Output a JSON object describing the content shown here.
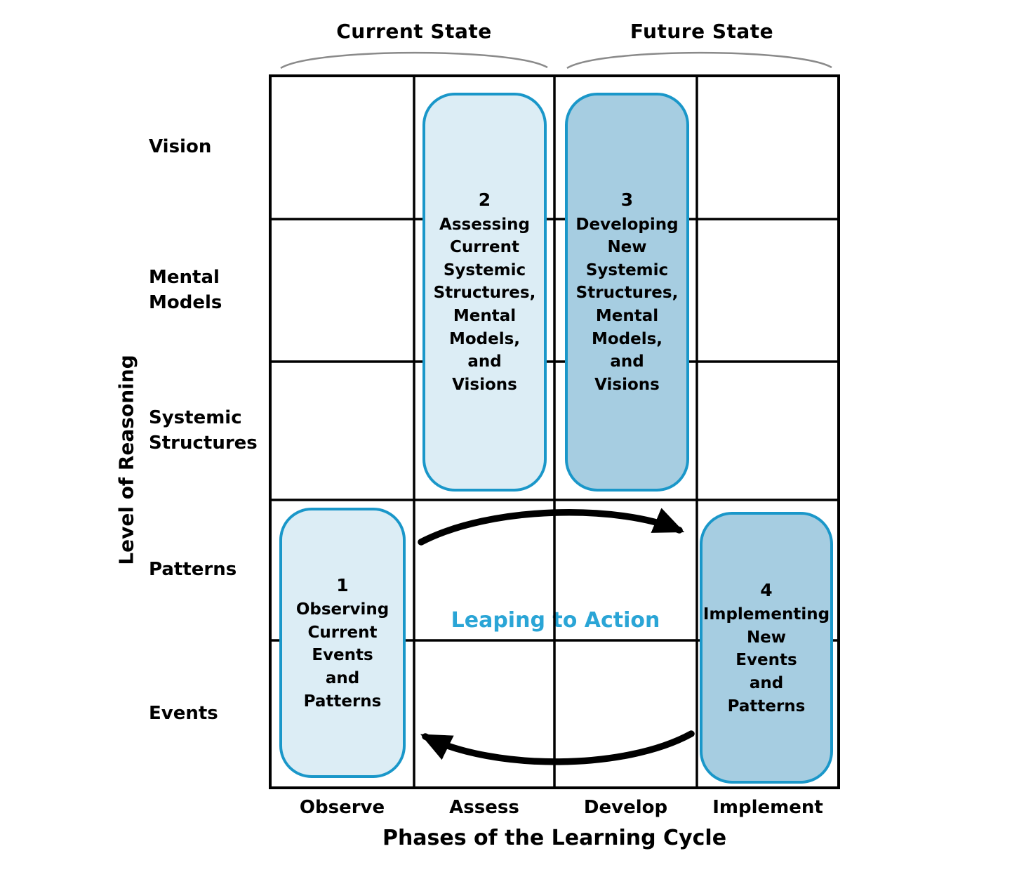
{
  "title": "Phases of the Learning Cycle",
  "y_axis_label": "Level of Reasoning",
  "state_labels": {
    "current": "Current State",
    "future": "Future State"
  },
  "rows": [
    "Vision",
    "Mental\nModels",
    "Systemic\nStructures",
    "Patterns",
    "Events"
  ],
  "columns": [
    "Observe",
    "Assess",
    "Develop",
    "Implement"
  ],
  "center_label": "Leaping to Action",
  "pills": [
    {
      "number": "1",
      "text": "Observing\nCurrent\nEvents\nand\nPatterns",
      "shade": "light",
      "column": "Observe",
      "rows_spanned": [
        "Patterns",
        "Events"
      ]
    },
    {
      "number": "2",
      "text": "Assessing\nCurrent\nSystemic\nStructures,\nMental\nModels,\nand\nVisions",
      "shade": "light",
      "column": "Assess",
      "rows_spanned": [
        "Vision",
        "Mental Models",
        "Systemic Structures"
      ]
    },
    {
      "number": "3",
      "text": "Developing\nNew\nSystemic\nStructures,\nMental\nModels,\nand\nVisions",
      "shade": "dark",
      "column": "Develop",
      "rows_spanned": [
        "Vision",
        "Mental Models",
        "Systemic Structures"
      ]
    },
    {
      "number": "4",
      "text": "Implementing\nNew\nEvents\nand\nPatterns",
      "shade": "dark",
      "column": "Implement",
      "rows_spanned": [
        "Patterns",
        "Events"
      ]
    }
  ],
  "colors": {
    "pill_light_fill": "#dcedf5",
    "pill_dark_fill": "#a6cde1",
    "pill_border": "#1a97c9",
    "accent_text": "#2aa5d6",
    "grid_line": "#000000",
    "brace": "#8a8a8a",
    "arrow": "#000000"
  }
}
